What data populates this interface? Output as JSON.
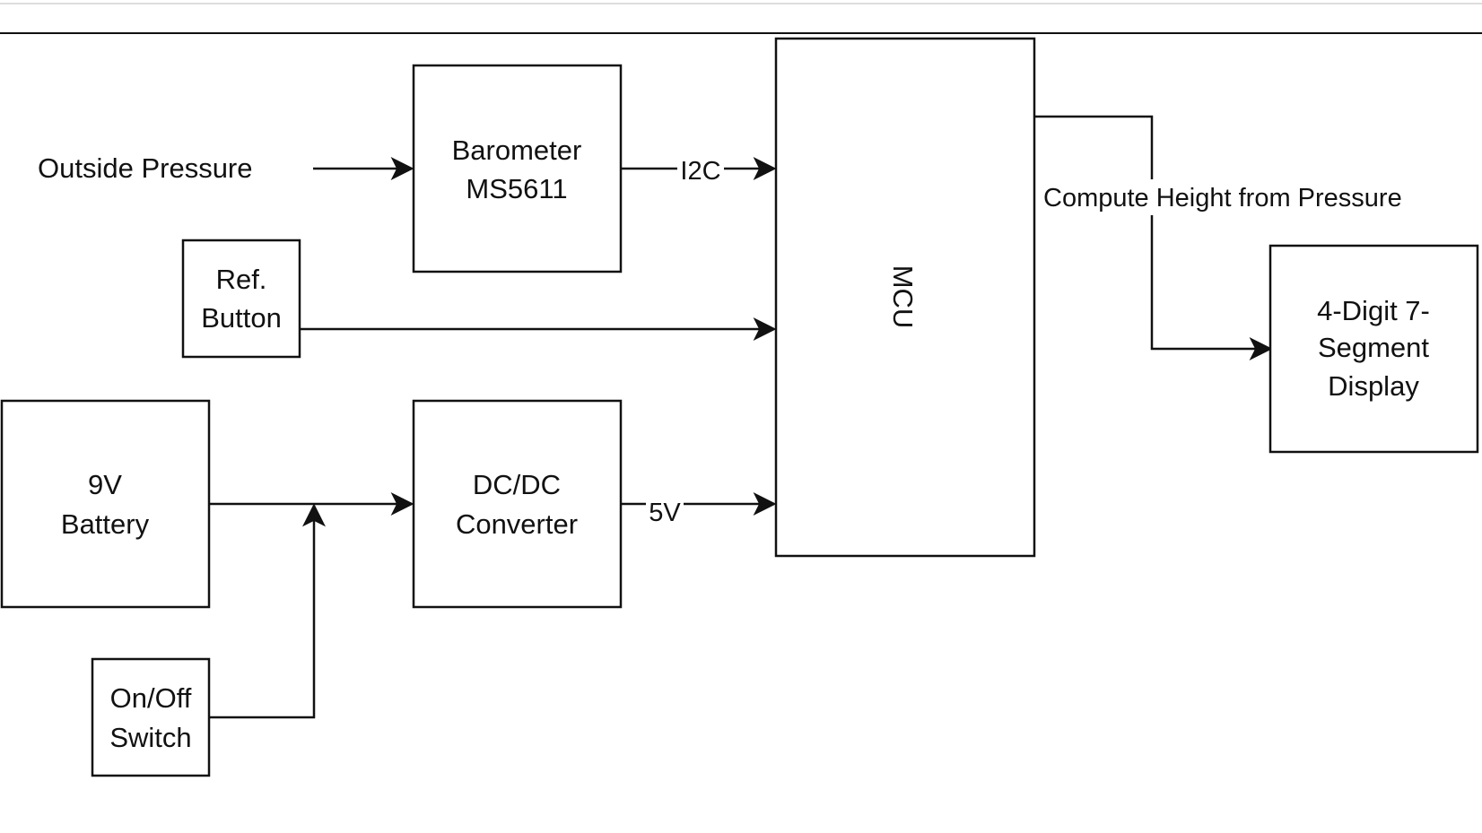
{
  "diagram": {
    "inputs": {
      "outside_pressure": "Outside Pressure"
    },
    "blocks": {
      "barometer": [
        "Barometer",
        "MS5611"
      ],
      "ref_button": [
        "Ref.",
        "Button"
      ],
      "battery": [
        "9V",
        "Battery"
      ],
      "dcdc": [
        "DC/DC",
        "Converter"
      ],
      "switch": [
        "On/Off",
        "Switch"
      ],
      "mcu": "MCU",
      "display": [
        "4-Digit 7-",
        "Segment",
        "Display"
      ]
    },
    "edge_labels": {
      "i2c": "I2C",
      "five_v": "5V",
      "compute": "Compute Height from Pressure"
    },
    "colors": {
      "line": "#111111",
      "background": "#ffffff"
    }
  }
}
